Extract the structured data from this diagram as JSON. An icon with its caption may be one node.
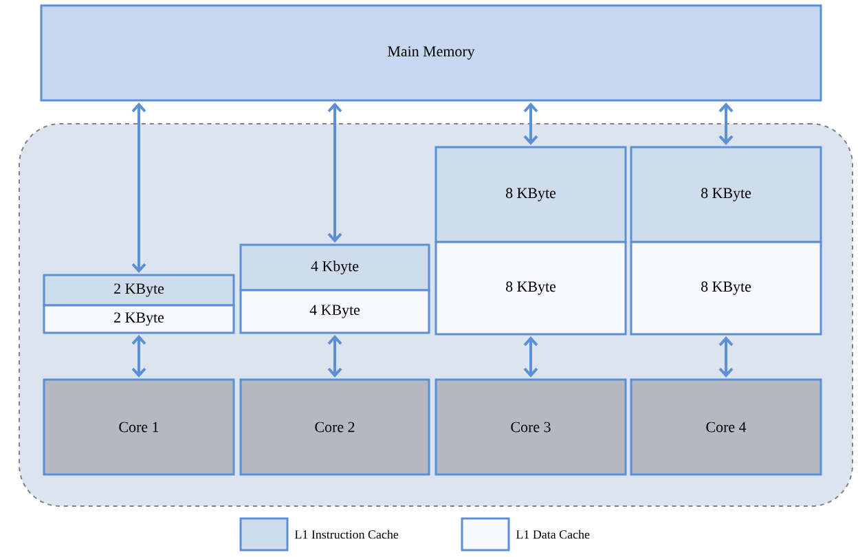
{
  "diagram": {
    "nodes": [
      {
        "text": [
          "Main Memory"
        ]
      },
      {
        "text": [],
        "shape": "box"
      },
      {
        "text": [
          "2 KByte"
        ],
        "in": 1
      },
      {
        "text": [
          "2 KByte"
        ],
        "in": 1
      },
      {
        "text": [
          "4 Kbyte"
        ],
        "in": 1
      },
      {
        "text": [
          "4 KByte"
        ],
        "in": 1
      },
      {
        "text": [
          "8 KByte"
        ],
        "in": 1
      },
      {
        "text": [
          "8 KByte"
        ],
        "in": 1
      },
      {
        "text": [
          "8 KByte"
        ],
        "in": 1
      },
      {
        "text": [
          "8 KByte"
        ],
        "in": 1
      },
      {
        "text": [
          "Core 1"
        ],
        "in": 1
      },
      {
        "text": [
          "Core 2"
        ],
        "in": 1
      },
      {
        "text": [
          "Core 3"
        ],
        "in": 1
      },
      {
        "text": [
          "Core 4"
        ],
        "in": 1
      }
    ],
    "edges": [
      {
        "from": 0,
        "to": 2,
        "arrow": "both"
      },
      {
        "from": 0,
        "to": 4,
        "arrow": "both"
      },
      {
        "from": 0,
        "to": 6,
        "arrow": "both"
      },
      {
        "from": 0,
        "to": 8,
        "arrow": "both"
      },
      {
        "from": 3,
        "to": 10,
        "arrow": "both"
      },
      {
        "from": 5,
        "to": 11,
        "arrow": "both"
      },
      {
        "from": 7,
        "to": 12,
        "arrow": "both"
      },
      {
        "from": 9,
        "to": 13,
        "arrow": "both"
      }
    ],
    "legend": [
      {
        "text": "L1 Instruction Cache",
        "color": "#cfdcec"
      },
      {
        "text": "L1 Data Cache",
        "color": "#f7f9fc"
      }
    ]
  }
}
